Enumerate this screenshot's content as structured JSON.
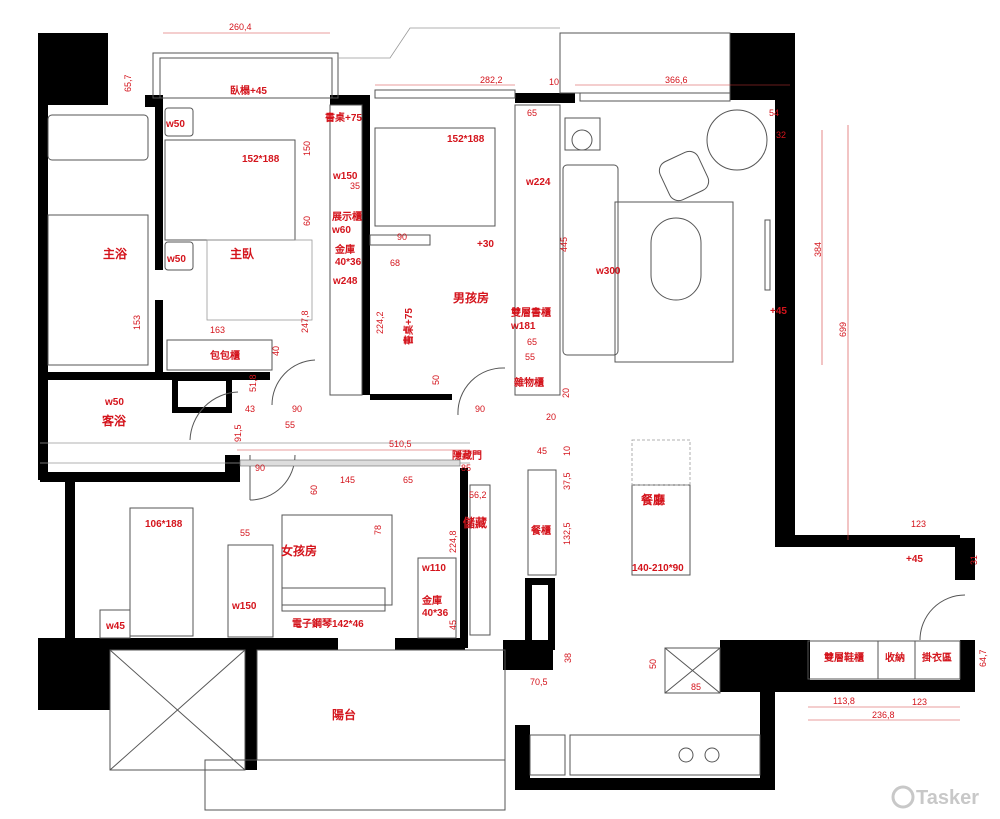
{
  "rooms": {
    "master_bath": "主浴",
    "master_bedroom": "主臥",
    "boy_room": "男孩房",
    "guest_bath": "客浴",
    "girl_room": "女孩房",
    "storage": "儲藏",
    "dining": "餐廳",
    "balcony": "陽台"
  },
  "furniture": {
    "bay_seat": "臥榻+45",
    "desk_master": "書桌+75",
    "bed_master": "152*188",
    "wardrobe_master": "w150",
    "display_cabinet": "展示櫃",
    "display_w": "w60",
    "safe_master": "金庫",
    "safe_master_size": "40*36",
    "wardrobe_master2": "w248",
    "bag_cabinet": "包包櫃",
    "nightstand1": "w50",
    "nightstand2": "w50",
    "bed_boy": "152*188",
    "boy_plus": "+30",
    "desk_boy": "書桌+75",
    "wardrobe_boy": "w224",
    "double_bookcase": "雙層書櫃",
    "bookcase_w": "w181",
    "misc_cabinet": "雜物櫃",
    "guest_vanity": "w50",
    "hidden_door": "隱藏門",
    "sideboard": "餐櫃",
    "bed_girl": "106*188",
    "nightstand_girl": "w45",
    "wardrobe_girl": "w150",
    "wardrobe_girl2": "w110",
    "safe_girl": "金庫",
    "safe_girl_size": "40*36",
    "piano": "電子鋼琴142*46",
    "sofa": "w300",
    "living_plus": "+45",
    "dining_table": "140-210*90",
    "entry_plus": "+45",
    "shoe_cabinet": "雙層鞋櫃",
    "entry_storage": "收納",
    "coat_area": "掛衣區"
  },
  "dimensions": [
    "260,4",
    "65,7",
    "150",
    "35",
    "60",
    "65",
    "90",
    "68",
    "153",
    "163",
    "247,8",
    "224,2",
    "65",
    "55",
    "40",
    "50",
    "51,8",
    "20",
    "20",
    "43",
    "90",
    "90",
    "55",
    "91,5",
    "510,5",
    "45",
    "10",
    "90",
    "85",
    "60",
    "145",
    "65",
    "37,5",
    "56,2",
    "132,5",
    "78",
    "224,8",
    "55",
    "45",
    "38",
    "70,5",
    "282,2",
    "10",
    "366,6",
    "54",
    "32",
    "445",
    "384",
    "699",
    "123",
    "31",
    "50",
    "85",
    "64,7",
    "113,8",
    "123",
    "236,8"
  ],
  "watermark": "Tasker"
}
